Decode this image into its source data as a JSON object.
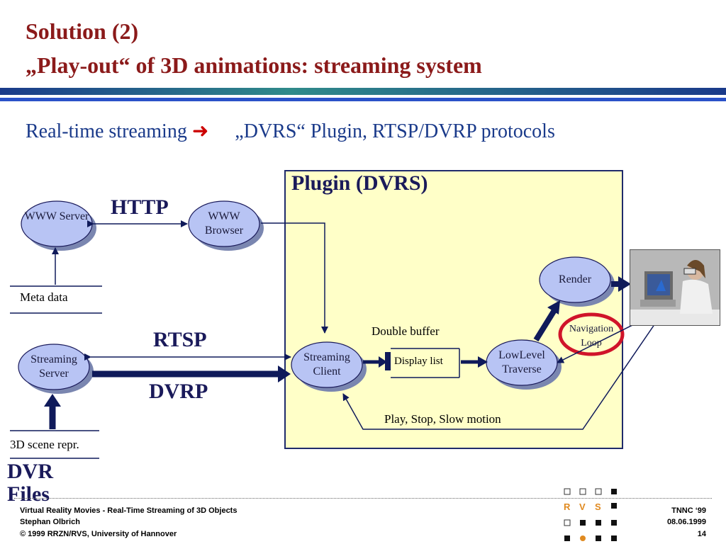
{
  "header": {
    "title_line1": "Solution (2)",
    "title_line2": "„Play-out“ of 3D animations: streaming system"
  },
  "subtitle": {
    "left": "Real-time streaming",
    "arrow_icon": "right-arrow-icon",
    "right": "„DVRS“ Plugin, RTSP/DVRP protocols"
  },
  "diagram": {
    "plugin_title": "Plugin (DVRS)",
    "labels": {
      "http": "HTTP",
      "rtsp": "RTSP",
      "dvrp": "DVRP",
      "meta_data": "Meta data",
      "scene_repr": "3D scene repr.",
      "double_buffer": "Double buffer",
      "display_list": "Display list",
      "play_controls": "Play, Stop, Slow motion",
      "dvr_files": "DVR Files"
    },
    "nodes": {
      "www_server": "WWW Server",
      "www_browser": "WWW Browser",
      "streaming_server": "Streaming Server",
      "streaming_client": "Streaming Client",
      "lowlevel_traverse": "LowLevel Traverse",
      "render": "Render",
      "navigation_loop": "Navigation Loop"
    },
    "colors": {
      "node_fill": "#b8c4f4",
      "node_shadow": "#7a86b0",
      "plugin_fill": "#ffffc8",
      "arrow": "#0f1a5a",
      "highlight_ring": "#d0142a"
    }
  },
  "footer": {
    "left_line1": "Virtual Reality Movies - Real-Time Streaming of 3D Objects",
    "left_line2": "Stephan Olbrich",
    "left_line3": "© 1999 RRZN/RVS, University of Hannover",
    "right_line1": "TNNC ‘99",
    "right_line2": "08.06.1999",
    "right_line3": "14",
    "logo_letters": [
      "R",
      "V",
      "S"
    ]
  }
}
